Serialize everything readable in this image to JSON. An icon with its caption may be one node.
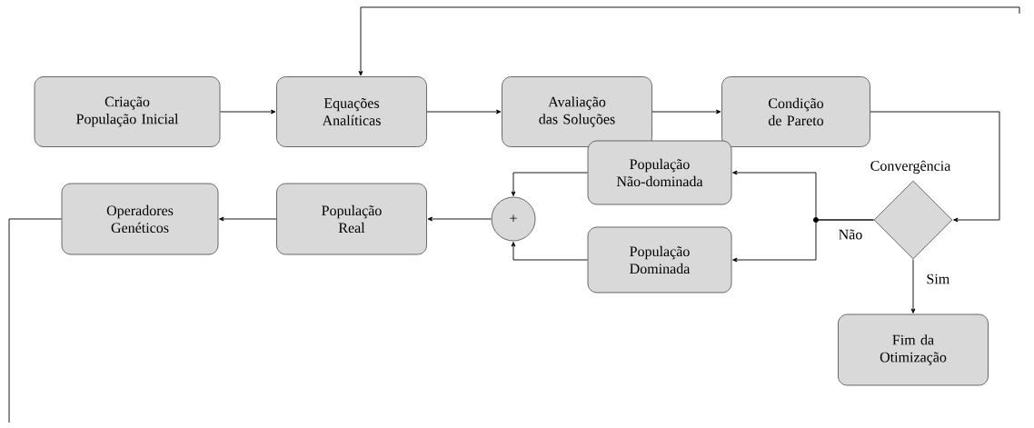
{
  "diagram": {
    "nodes": [
      {
        "text": [
          "Criação População Inicial"
        ]
      },
      {
        "text": [
          "Equações Analíticas"
        ]
      },
      {
        "text": [
          "Avaliação das Soluções"
        ]
      },
      {
        "text": [
          "Condição de Pareto"
        ]
      },
      {
        "text": [
          "Convergência"
        ]
      },
      {
        "text": [
          "População Não-dominada"
        ]
      },
      {
        "text": [
          "População Dominada"
        ]
      },
      {
        "text": [
          "+"
        ]
      },
      {
        "text": [
          "População Real"
        ]
      },
      {
        "text": [
          "Operadores Genéticos"
        ]
      },
      {
        "text": [
          "Fim da Otimização"
        ]
      }
    ],
    "edges": [
      {
        "from": 0,
        "to": 1,
        "arrow": "to"
      },
      {
        "from": 1,
        "to": 2,
        "arrow": "to"
      },
      {
        "from": 2,
        "to": 3,
        "arrow": "to"
      },
      {
        "from": 3,
        "to": 4,
        "arrow": "to"
      },
      {
        "from": 4,
        "to": 5,
        "arrow": "to",
        "label": "Não"
      },
      {
        "from": 4,
        "to": 6,
        "arrow": "to"
      },
      {
        "from": 5,
        "to": 7,
        "arrow": "to"
      },
      {
        "from": 6,
        "to": 7,
        "arrow": "to"
      },
      {
        "from": 7,
        "to": 8,
        "arrow": "to"
      },
      {
        "from": 8,
        "to": 9,
        "arrow": "to"
      },
      {
        "from": 4,
        "to": 10,
        "arrow": "to",
        "label": "Sim"
      },
      {
        "from": 9,
        "to": null,
        "arrow": "none"
      },
      {
        "from": null,
        "to": 1,
        "arrow": "to"
      }
    ]
  }
}
